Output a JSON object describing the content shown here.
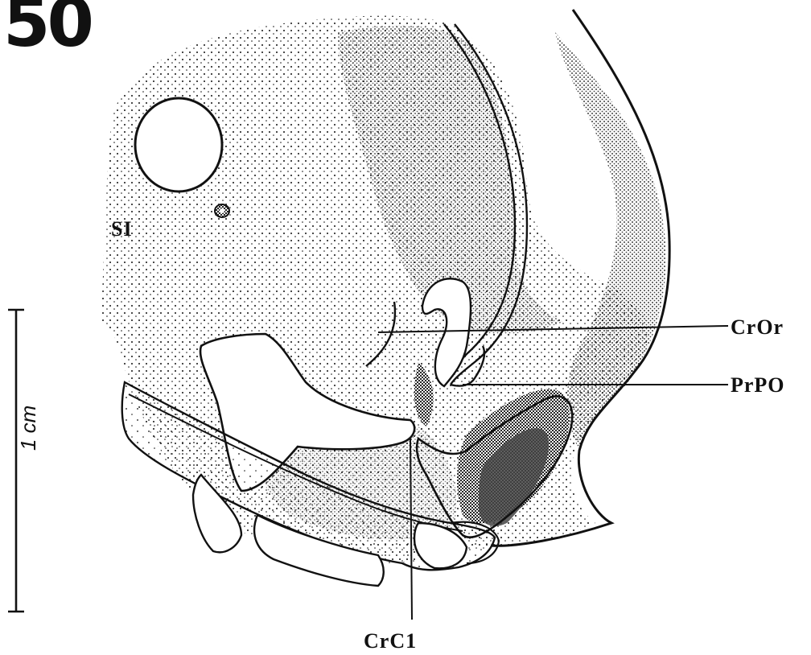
{
  "figure": {
    "number": "50",
    "labels": {
      "si": "SI",
      "cror": "CrOr",
      "prpo": "PrPO",
      "crcl": "CrC1"
    },
    "scale_bar": {
      "text": "1 cm"
    },
    "colors": {
      "ink": "#111111",
      "paper": "#ffffff"
    }
  }
}
